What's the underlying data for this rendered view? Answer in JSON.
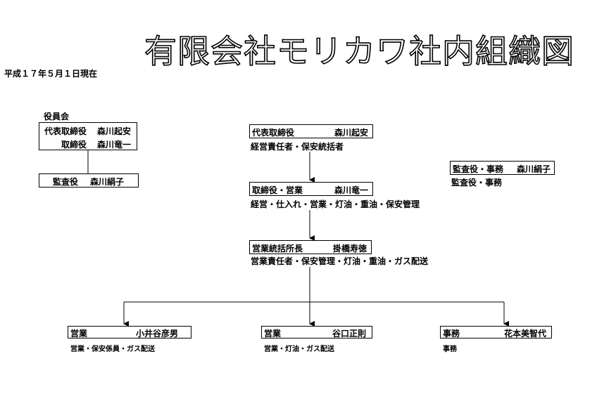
{
  "title": "有限会社モリカワ社内組織図",
  "date": "平成１７年５月１日現在",
  "board": {
    "label": "役員会",
    "rep_role": "代表取締役",
    "rep_name": "森川起安",
    "dir_role": "取締役",
    "dir_name": "森川竜一",
    "auditor_role": "監査役",
    "auditor_name": "森川絹子"
  },
  "ceo": {
    "role": "代表取締役",
    "name": "森川起安",
    "desc": "経営責任者・保安統括者"
  },
  "director": {
    "role": "取締役・営業",
    "name": "森川竜一",
    "desc": "経営・仕入れ・営業・灯油・重油・保安管理"
  },
  "manager": {
    "role": "営業統括所長",
    "name": "掛橋寿徳",
    "desc": "営業責任者・保安管理・灯油・重油・ガス配送"
  },
  "auditor": {
    "role": "監査役・事務",
    "name": "森川絹子",
    "desc": "監査役・事務"
  },
  "staff": [
    {
      "role": "営業",
      "name": "小井谷彦男",
      "desc": "営業・保安係員・ガス配送"
    },
    {
      "role": "営業",
      "name": "谷口正則",
      "desc": "営業・灯油・ガス配送"
    },
    {
      "role": "事務",
      "name": "花本美智代",
      "desc": "事務"
    }
  ]
}
